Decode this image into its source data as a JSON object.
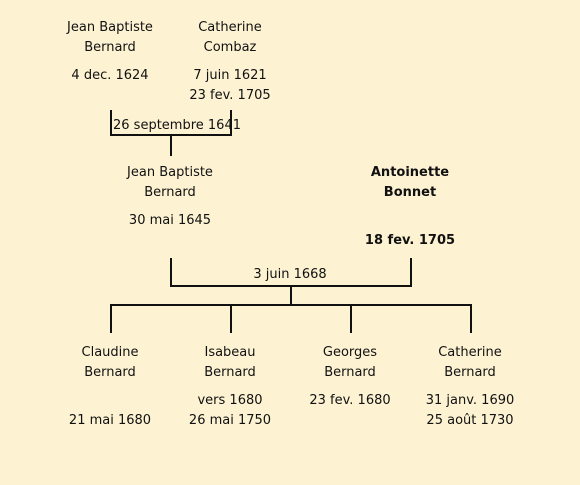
{
  "generation1": {
    "father": {
      "first": "Jean Baptiste",
      "last": "Bernard",
      "birth": "4 dec. 1624"
    },
    "mother": {
      "first": "Catherine",
      "last": "Combaz",
      "birth": "7 juin 1621",
      "death": "23 fev. 1705"
    },
    "marriage": "26 septembre 1641"
  },
  "generation2": {
    "father": {
      "first": "Jean Baptiste",
      "last": "Bernard",
      "birth": "30 mai 1645"
    },
    "mother": {
      "first": "Antoinette",
      "last": "Bonnet",
      "death": "18 fev. 1705"
    },
    "marriage": "3 juin 1668"
  },
  "children": [
    {
      "first": "Claudine",
      "last": "Bernard",
      "birth": "21 mai 1680"
    },
    {
      "first": "Isabeau",
      "last": "Bernard",
      "birth": "vers 1680",
      "death": "26 mai 1750"
    },
    {
      "first": "Georges",
      "last": "Bernard",
      "birth": "23 fev. 1680"
    },
    {
      "first": "Catherine",
      "last": "Bernard",
      "birth": "31 janv. 1690",
      "death": "25 août 1730"
    }
  ],
  "colors": {
    "background": "#fdf3d3",
    "line": "#111111"
  }
}
